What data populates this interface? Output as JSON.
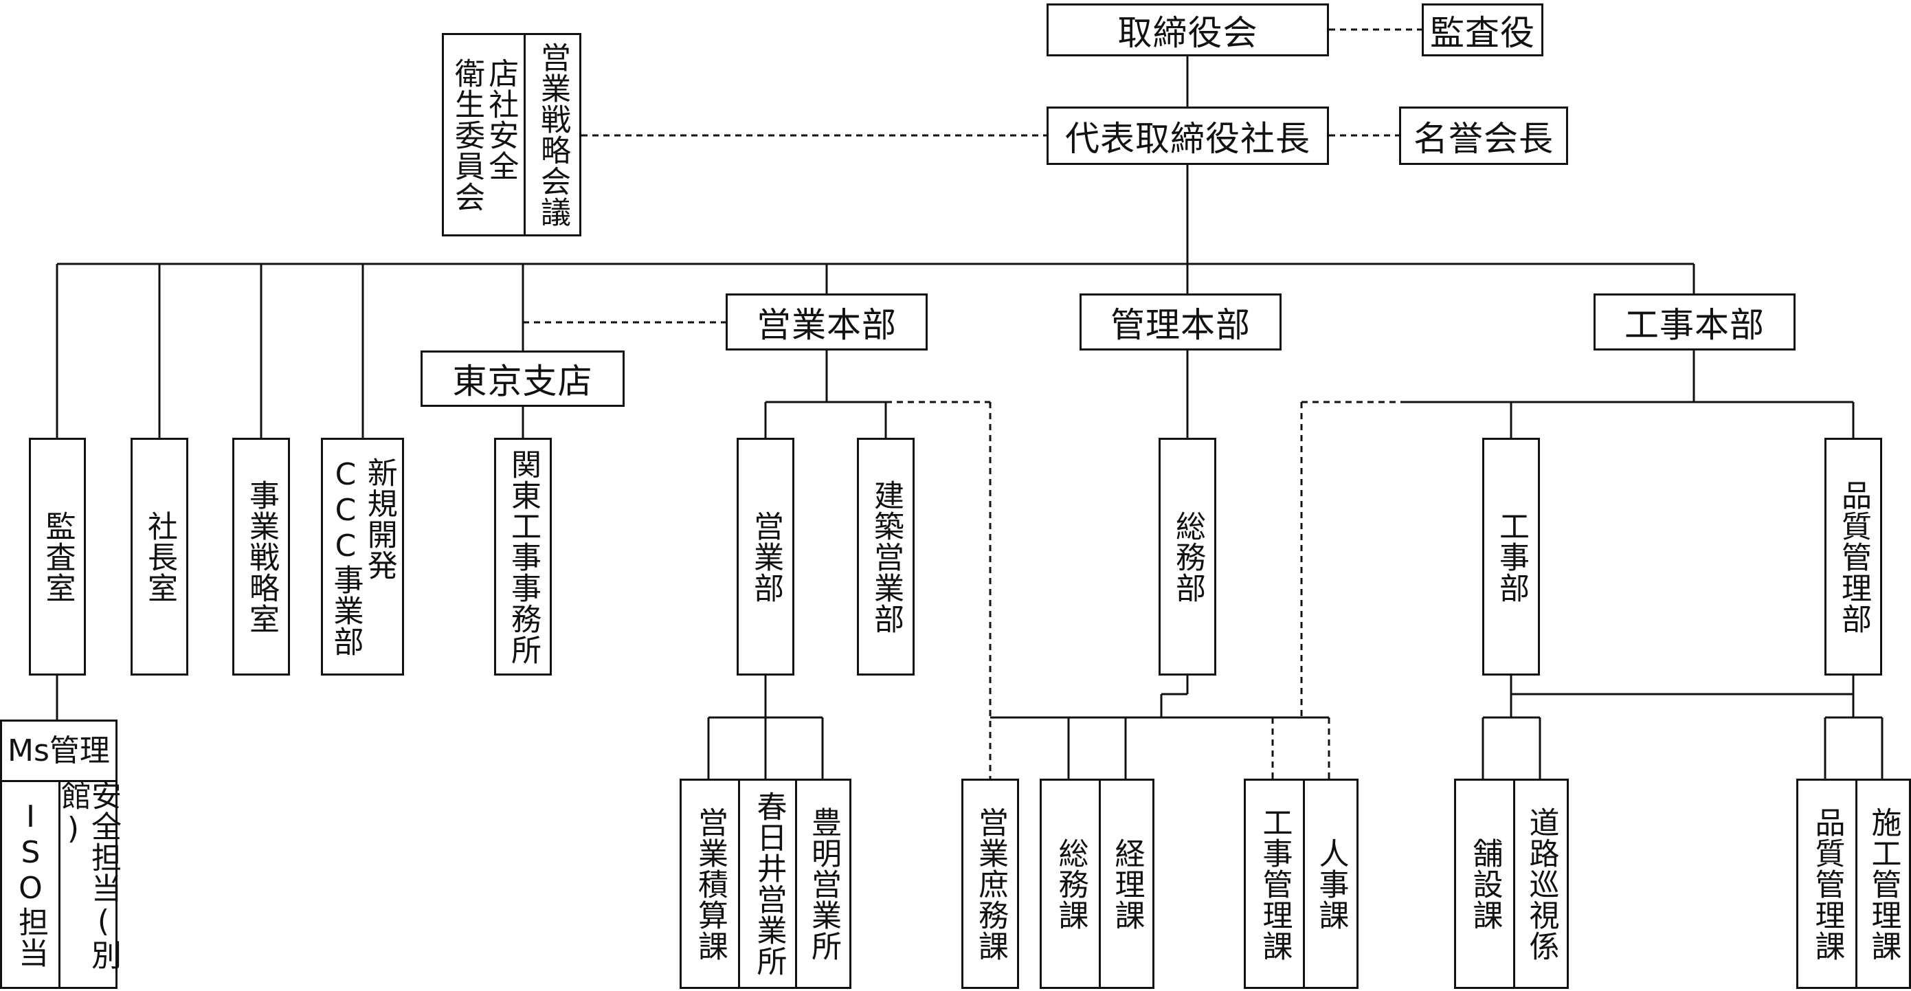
{
  "board": {
    "label": "取締役会"
  },
  "auditor": {
    "label": "監査役"
  },
  "president": {
    "label": "代表取締役社長"
  },
  "honorary_chairman": {
    "label": "名誉会長"
  },
  "councils": {
    "left": "店社安全\n衛生委員会",
    "right": "営業戦略会議"
  },
  "headquarters": {
    "sales": "営業本部",
    "admin": "管理本部",
    "construction": "工事本部"
  },
  "tokyo_branch": "東京支店",
  "departments": {
    "audit_office": "監査室",
    "president_office": "社長室",
    "business_strategy": "事業戦略室",
    "new_business": "新規開発\nCCC事業部",
    "kanto_office": "関東工事事務所",
    "sales_dept": "営業部",
    "architecture_sales": "建築営業部",
    "general_affairs_dept": "総務部",
    "construction_dept": "工事部",
    "quality_dept": "品質管理部"
  },
  "ms_management": {
    "label": "Ms管理",
    "left": "ISO担当",
    "right": "安全担当(別館)"
  },
  "sections": {
    "sales_estimation": "営業積算課",
    "kasugai_office": "春日井営業所",
    "toyoake_office": "豊明営業所",
    "sales_affairs": "営業庶務課",
    "general_affairs": "総務課",
    "accounting": "経理課",
    "construction_mgmt": "工事管理課",
    "personnel": "人事課",
    "paving": "舗設課",
    "road_patrol": "道路巡視係",
    "quality_mgmt": "品質管理課",
    "execution_mgmt": "施工管理課"
  }
}
